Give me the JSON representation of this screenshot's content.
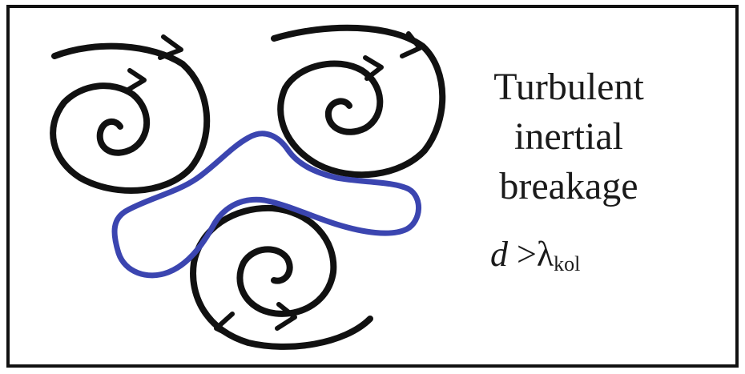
{
  "caption": {
    "line1": "Turbulent",
    "line2": "inertial",
    "line3": "breakage"
  },
  "formula": {
    "variable": "d",
    "operator": ">",
    "symbol": "λ",
    "subscript": "kol"
  },
  "colors": {
    "eddy_stroke": "#111111",
    "droplet_stroke": "#3b45b0"
  },
  "icons": [
    "eddy-spiral",
    "arrowhead",
    "droplet-outline"
  ]
}
